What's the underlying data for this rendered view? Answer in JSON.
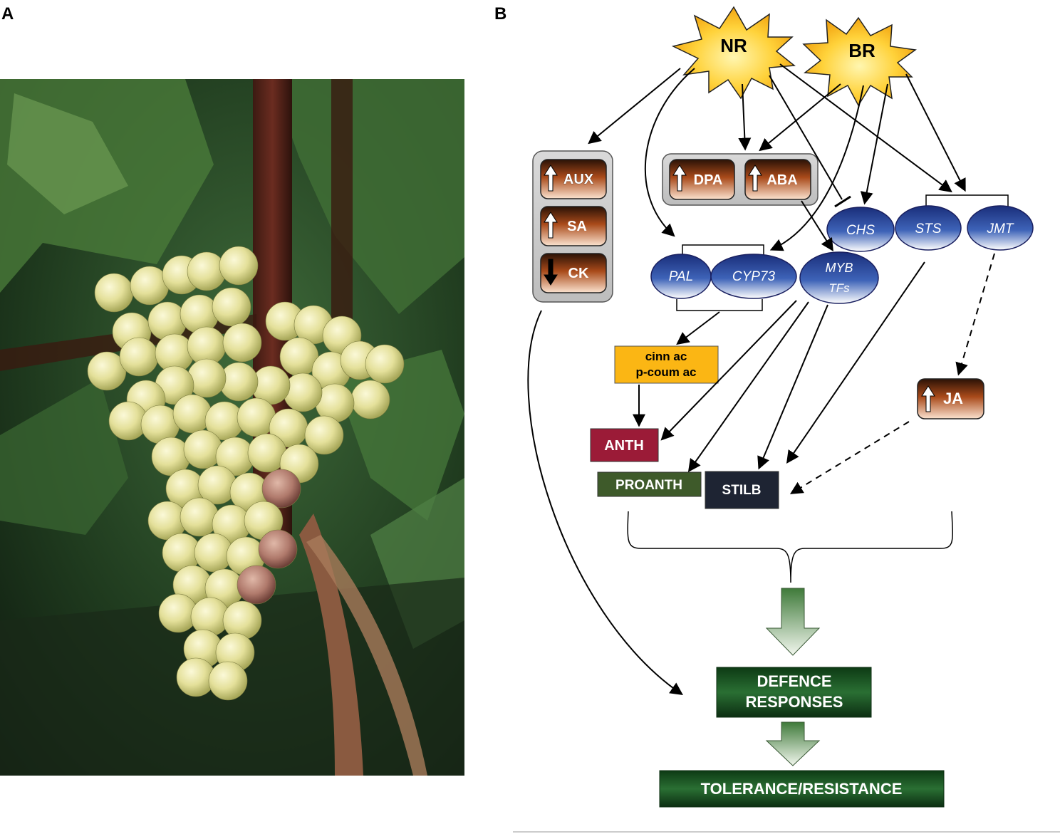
{
  "panels": {
    "a": "A",
    "b": "B"
  },
  "stimuli": {
    "nr": "NR",
    "br": "BR"
  },
  "hormones": {
    "aux": "AUX",
    "sa": "SA",
    "ck": "CK",
    "dpa": "DPA",
    "aba": "ABA",
    "ja": "JA"
  },
  "genes": {
    "pal": "PAL",
    "cyp73": "CYP73",
    "myb_1": "MYB",
    "myb_2": "TFs",
    "chs": "CHS",
    "sts": "STS",
    "jmt": "JMT"
  },
  "metabolites": {
    "cinn_1": "cinn ac",
    "cinn_2": "p-coum ac",
    "anth": "ANTH",
    "proanth": "PROANTH",
    "stilb": "STILB"
  },
  "outcomes": {
    "defence_1": "DEFENCE",
    "defence_2": "RESPONSES",
    "tolerance": "TOLERANCE/RESISTANCE"
  },
  "colors": {
    "star": "#f6c31a",
    "hormone_dark": "#3a1a08",
    "hormone_light": "#f2a36a",
    "gene_dark": "#1c3a8a",
    "gene_light": "#ffffff",
    "cinn": "#fbb614",
    "anth": "#9b1b37",
    "proanth": "#3e5a2a",
    "stilb": "#1e2433",
    "outcome": "#1f5a2a"
  },
  "icons": {
    "up": "up-arrow-icon",
    "down": "down-arrow-icon"
  }
}
